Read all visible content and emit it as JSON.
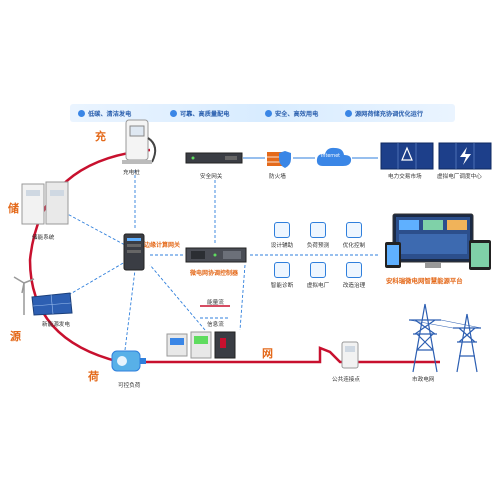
{
  "banner": {
    "items": [
      "低碳、清洁发电",
      "可靠、高质量配电",
      "安全、高效用电",
      "源网荷储充协调优化运行"
    ]
  },
  "sides": {
    "charge": "充",
    "storage": "储",
    "source": "源",
    "load": "荷",
    "grid": "网"
  },
  "labels": {
    "charging_pile": "充电桩",
    "storage_system": "储能系统",
    "new_energy": "新能源发电",
    "controllable_load": "可控负荷",
    "security_gateway": "安全网关",
    "firewall": "防火墙",
    "internet": "Internet",
    "power_market": "电力交易市场",
    "vpp_center": "虚拟电厂调度中心",
    "edge_switch": "边缘计算网关",
    "microgrid_controller": "微电网协调控制器",
    "energy_flow": "能量流",
    "info_flow": "信息流",
    "public_connection": "公共连接点",
    "city_grid": "市政电网",
    "platform": "安科瑞微电网智慧能源平台"
  },
  "features": [
    "设计辅助",
    "负荷预测",
    "优化控制",
    "智能诊断",
    "虚拟电厂",
    "改造治理"
  ],
  "colors": {
    "energy_line": "#c8102e",
    "info_line": "#2f7fdc",
    "accent": "#e46a1b",
    "banner_text": "#2a5fae"
  }
}
